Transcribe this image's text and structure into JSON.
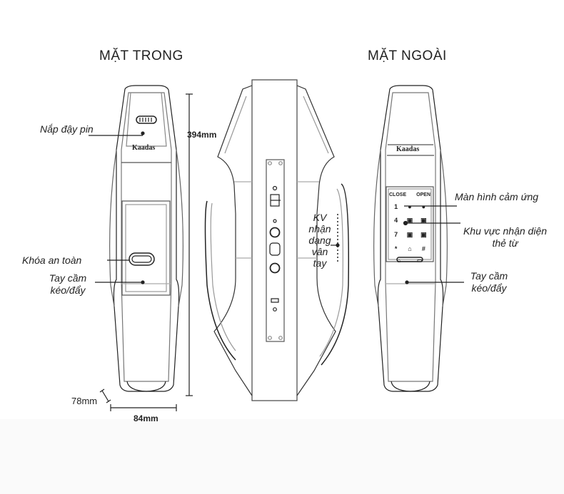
{
  "titles": {
    "inside": "MẶT TRONG",
    "outside": "MẶT NGOÀI"
  },
  "brand": "Kaadas",
  "inside_labels": {
    "battery_cover": "Nắp đậy pin",
    "safety_lock": "Khóa an toàn",
    "handle_line1": "Tay cầm",
    "handle_line2": "kéo/đẩy"
  },
  "side_labels": {
    "fingerprint_lines": [
      "KV",
      "nhận",
      "dạng",
      "vân",
      "tay"
    ]
  },
  "outside_labels": {
    "touchscreen": "Màn hình cảm ứng",
    "card_area_line1": "Khu vực nhận diện",
    "card_area_line2": "thẻ từ",
    "handle_line1": "Tay cầm",
    "handle_line2": "kéo/đẩy"
  },
  "keypad": {
    "close": "CLOSE",
    "open": "OPEN",
    "keys": [
      "1",
      "",
      "",
      "4",
      "",
      "",
      "7",
      "",
      "",
      "*",
      "",
      "#"
    ]
  },
  "dimensions": {
    "height": "394mm",
    "width": "84mm",
    "depth": "78mm"
  },
  "colors": {
    "line": "#222222",
    "light_line": "#9a9a9a",
    "background": "#ffffff"
  }
}
